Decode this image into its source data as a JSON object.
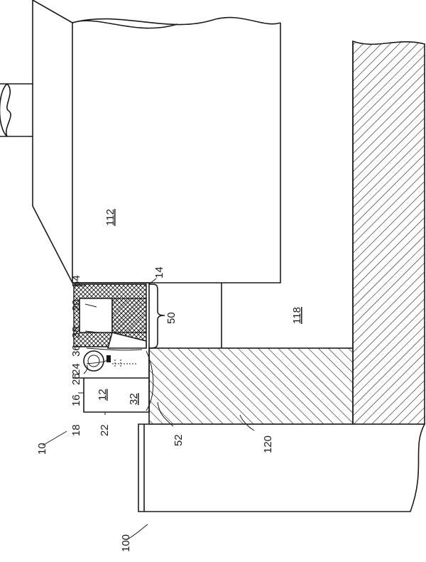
{
  "labels": {
    "ref_112": "112",
    "ref_118": "118",
    "ref_120": "120",
    "ref_100": "100",
    "ref_10": "10",
    "ref_12": "12",
    "ref_14": "14",
    "ref_16": "16",
    "ref_18": "18",
    "ref_20": "20",
    "ref_22": "22",
    "ref_24": "24",
    "ref_26": "26",
    "ref_32": "32",
    "ref_36": "36",
    "ref_38": "38",
    "ref_50": "50",
    "ref_52": "52",
    "ref_54": "54"
  }
}
